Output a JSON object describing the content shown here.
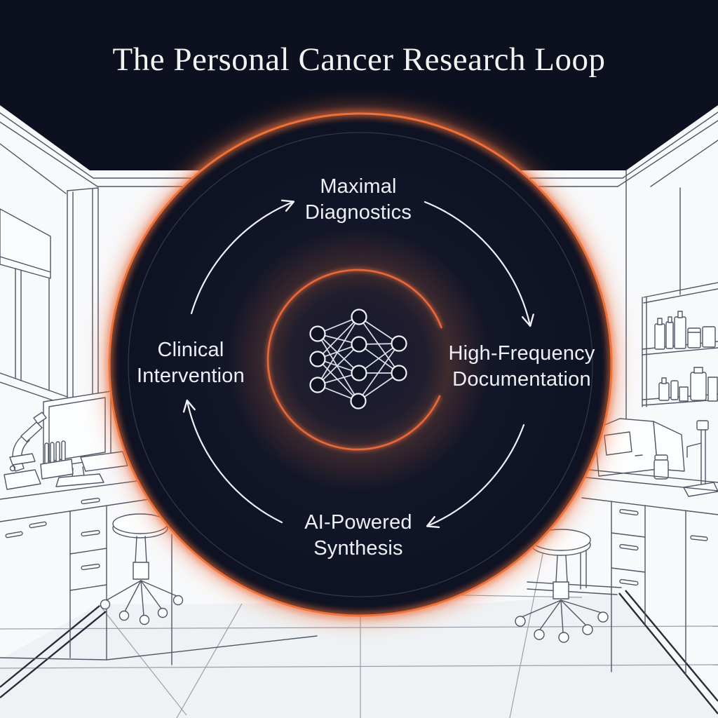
{
  "title": "The Personal Cancer Research Loop",
  "diagram": {
    "type": "cycle",
    "direction": "clockwise",
    "stages": [
      {
        "id": "maximal-diagnostics",
        "position": "top",
        "line1": "Maximal",
        "line2": "Diagnostics"
      },
      {
        "id": "high-frequency-documentation",
        "position": "right",
        "line1": "High-Frequency",
        "line2": "Documentation"
      },
      {
        "id": "ai-powered-synthesis",
        "position": "bottom",
        "line1": "AI-Powered",
        "line2": "Synthesis"
      },
      {
        "id": "clinical-intervention",
        "position": "left",
        "line1": "Clinical",
        "line2": "Intervention"
      }
    ],
    "center_icon": "neural-network-icon",
    "arrow_count": 4
  },
  "colors": {
    "accent_orange": "#ED6F38",
    "circle_fill": "#10141F",
    "ceiling_dark": "#0C101F",
    "label_text": "#EDF0F4",
    "title_text": "#F2F3F1",
    "background": "#F8F9FB",
    "lineart_stroke": "#4F5665"
  },
  "scene": {
    "setting_elements": [
      "window-blinds",
      "computer-monitor",
      "microscope",
      "test-tube-rack",
      "lab-stool-left",
      "lab-stool-right",
      "wall-shelves-with-bottles",
      "lab-analyzer-machine",
      "reagent-jar",
      "lab-stand",
      "cabinets",
      "tiled-floor"
    ]
  }
}
